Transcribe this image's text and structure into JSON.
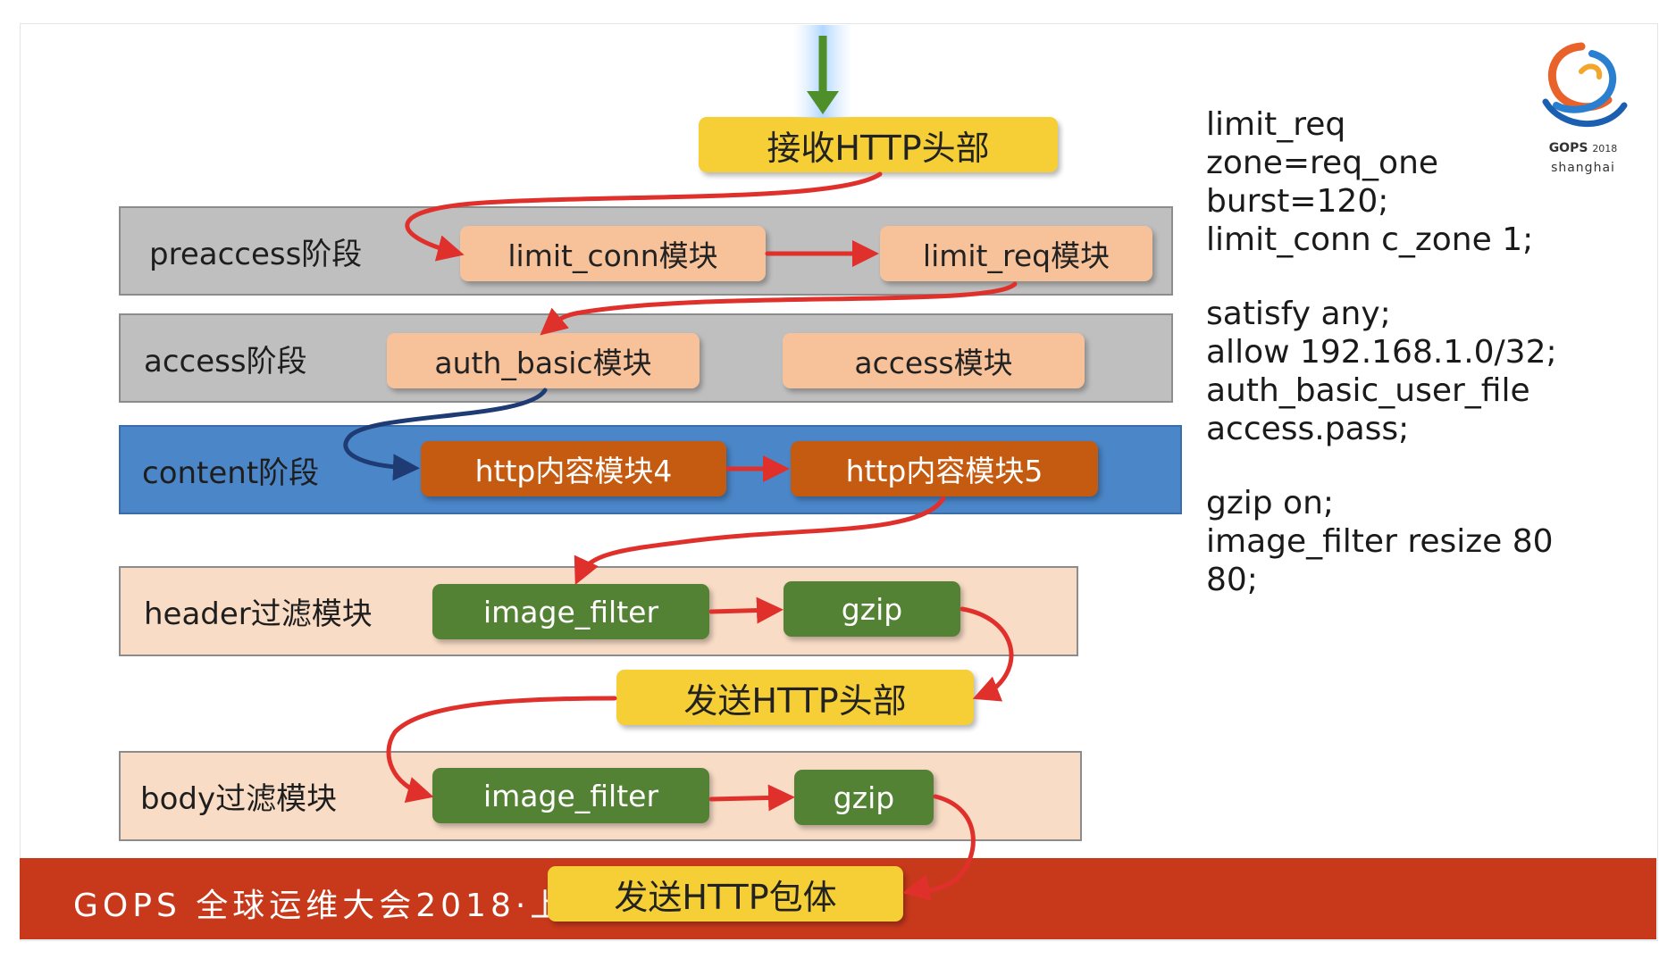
{
  "colors": {
    "arrow_red": "#e0302c",
    "arrow_blue": "#1f3b73",
    "arrow_green": "#4e8f2a",
    "band_gray": "#bfbfbf",
    "band_blue": "#4a86c8",
    "band_peach": "#f8dcc6",
    "footer_red": "#c8391b"
  },
  "diagram": {
    "top_box": "接收HTTP头部",
    "bands": [
      {
        "label": "preaccess阶段",
        "modules": [
          "limit_conn模块",
          "limit_req模块"
        ]
      },
      {
        "label": "access阶段",
        "modules": [
          "auth_basic模块",
          "access模块"
        ]
      },
      {
        "label": "content阶段",
        "modules": [
          "http内容模块4",
          "http内容模块5"
        ]
      },
      {
        "label": "header过滤模块",
        "modules": [
          "image_filter",
          "gzip"
        ]
      },
      {
        "label": "body过滤模块",
        "modules": [
          "image_filter",
          "gzip"
        ]
      }
    ],
    "send_header": "发送HTTP头部",
    "send_body": "发送HTTP包体"
  },
  "config_lines": [
    "limit_req",
    "zone=req_one",
    "burst=120;",
    "limit_conn c_zone 1;",
    "",
    "satisfy any;",
    "allow 192.168.1.0/32;",
    "auth_basic_user_file",
    "access.pass;",
    "",
    "gzip on;",
    "image_filter resize 80",
    "80;"
  ],
  "logo": {
    "brand": "GOPS",
    "year": "2018",
    "city": "shanghai",
    "icon": "gops-swirl-logo"
  },
  "footer": {
    "text": "GOPS 全球运维大会2018·上"
  }
}
